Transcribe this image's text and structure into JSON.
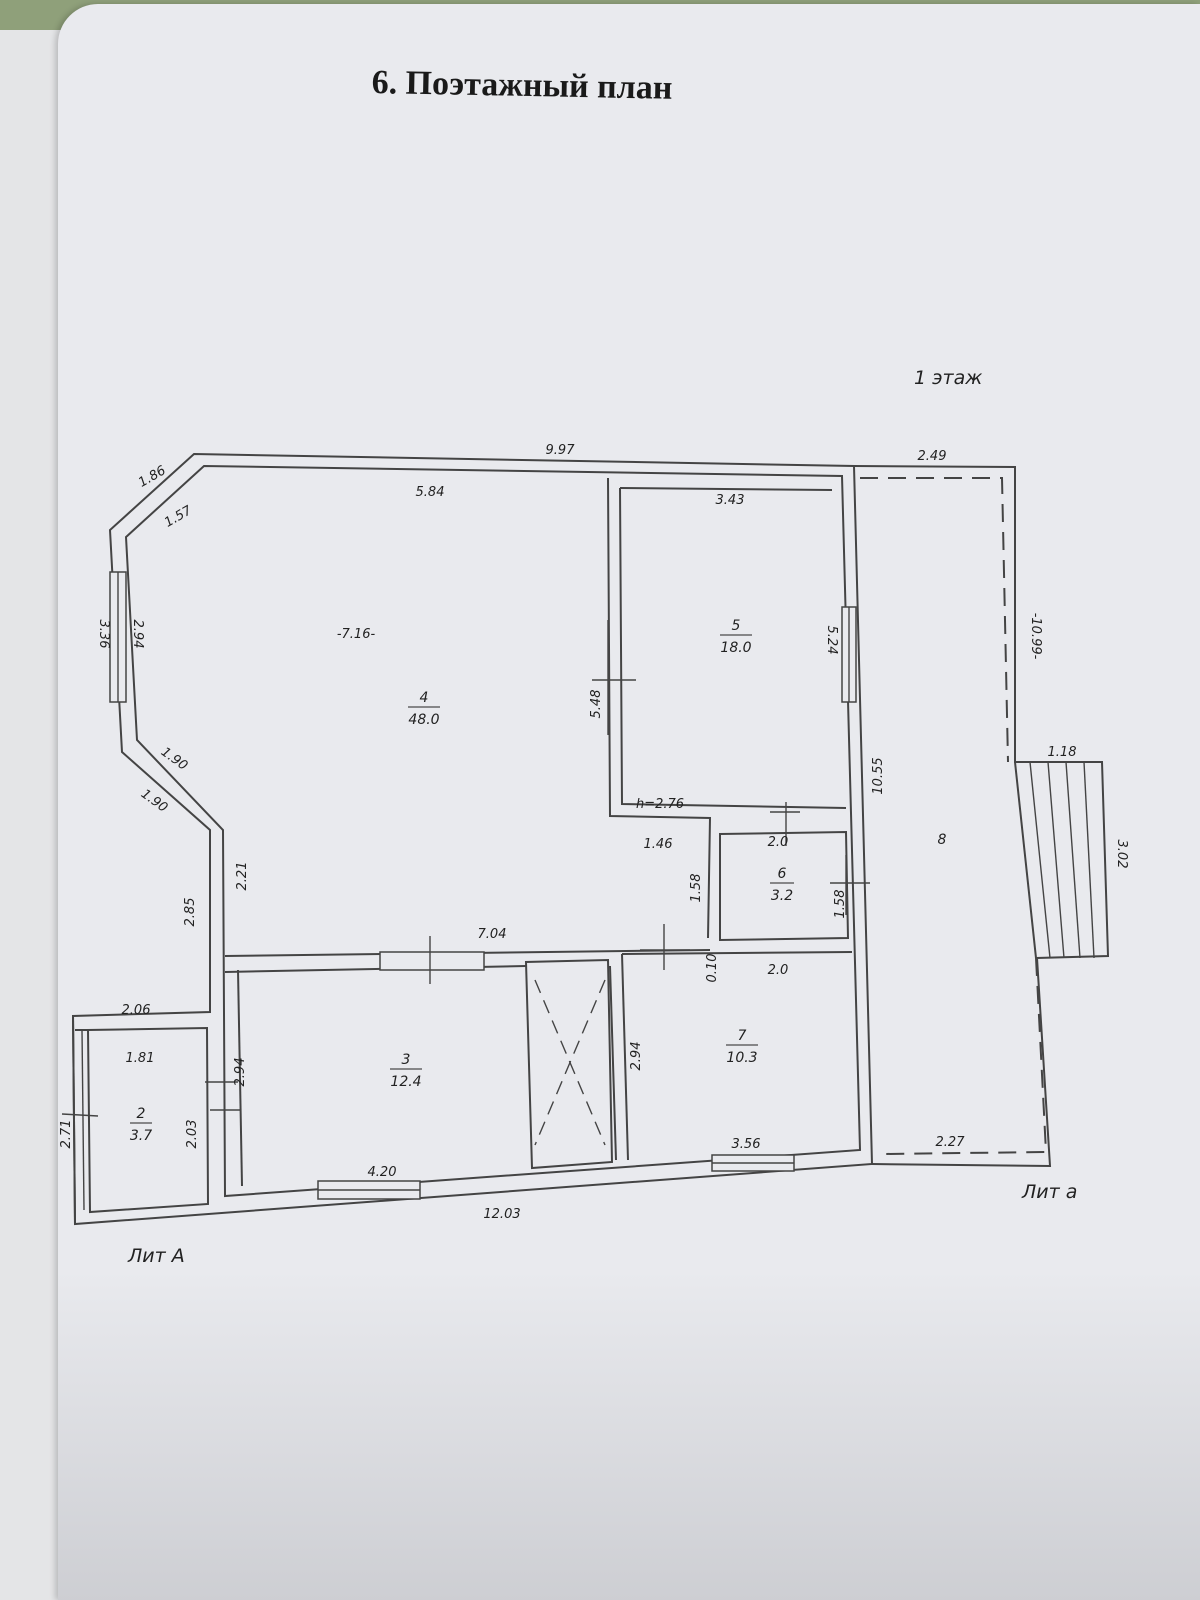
{
  "page": {
    "title": "6. Поэтажный план",
    "floor_label": "1 этаж"
  },
  "captions": {
    "lit_A": "Лит А",
    "lit_a": "Лит а",
    "height": "h=2.76"
  },
  "rooms": [
    {
      "number": "2",
      "area": "3.7"
    },
    {
      "number": "3",
      "area": "12.4"
    },
    {
      "number": "4",
      "area": "48.0"
    },
    {
      "number": "5",
      "area": "18.0"
    },
    {
      "number": "6",
      "area": "3.2"
    },
    {
      "number": "7",
      "area": "10.3"
    },
    {
      "number": "8"
    }
  ],
  "dimensions": {
    "top_total": "9.97",
    "terrace_top": "2.49",
    "d186": "1.86",
    "d157": "1.57",
    "d584": "5.84",
    "d343": "3.43",
    "d336": "3.36",
    "d294a": "2.94",
    "d716": "-7.16-",
    "d548": "5.48",
    "d524": "5.24",
    "d1099": "-10.99-",
    "d190a": "1.90",
    "d190b": "1.90",
    "d1055": "10.55",
    "d118": "1.18",
    "d302": "3.02",
    "d146": "1.46",
    "d20a": "2.0",
    "d158a": "1.58",
    "d158b": "1.58",
    "d221": "2.21",
    "d285": "2.85",
    "d704": "7.04",
    "d010": "0.10",
    "d20b": "2.0",
    "d206": "2.06",
    "d181": "1.81",
    "d294b": "2.94",
    "d294c": "2.94",
    "d271": "2.71",
    "d203": "2.03",
    "d420": "4.20",
    "d356": "3.56",
    "d227": "2.27",
    "d1203": "12.03"
  }
}
